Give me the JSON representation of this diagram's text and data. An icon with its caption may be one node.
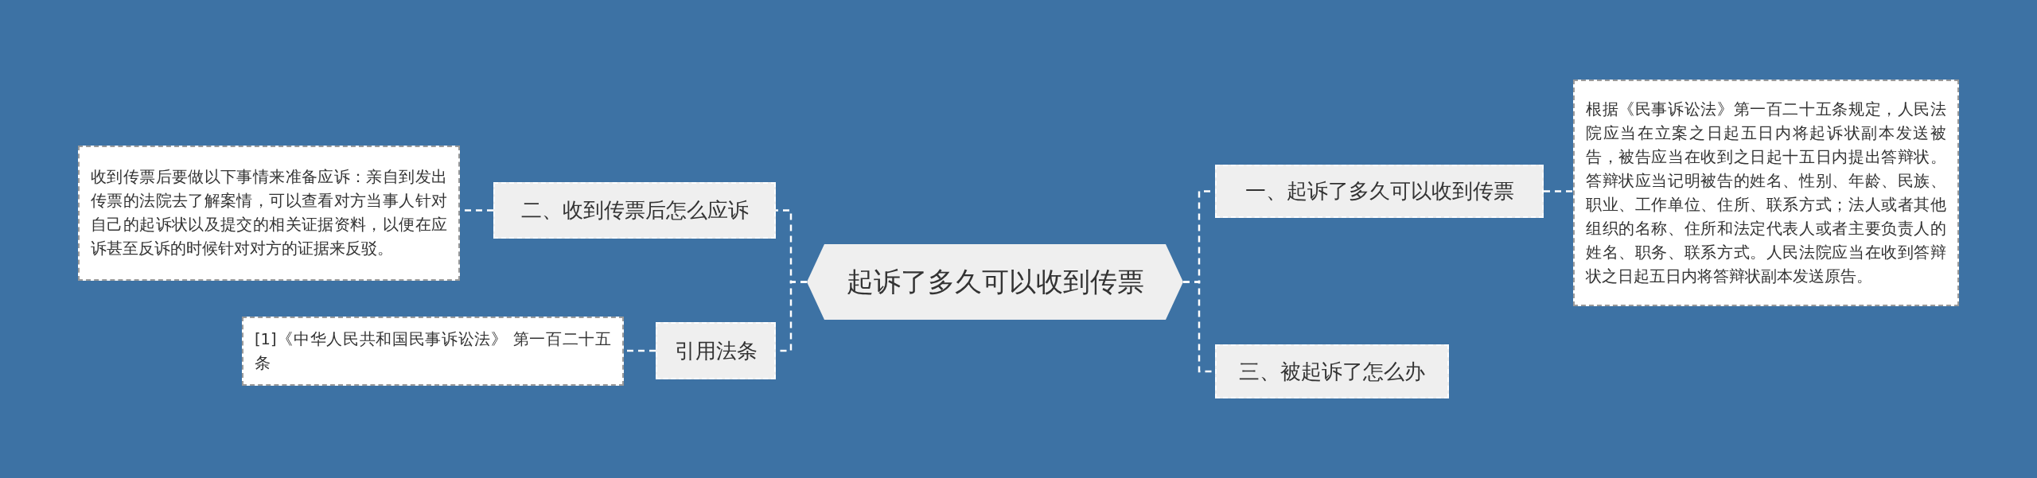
{
  "diagram": {
    "nodes": [
      {
        "text": [
          "起诉了多久可以收到传票"
        ]
      },
      {
        "text": [
          "一、起诉了多久可以收到传票"
        ]
      },
      {
        "text": [
          "根据《民事诉讼法》第一百二十五条规定，人民法院应当在立案之日起五日内将起诉状副本发送被告，被告应当在收到之日起十五日内提出答辩状。答辩状应当记明被告的姓名、性别、年龄、民族、职业、工作单位、住所、联系方式；法人或者其他组织的名称、住所和法定代表人或者主要负责人的姓名、职务、联系方式。人民法院应当在收到答辩状之日起五日内将答辩状副本发送原告。"
        ]
      },
      {
        "text": [
          "三、被起诉了怎么办"
        ]
      },
      {
        "text": [
          "二、收到传票后怎么应诉"
        ]
      },
      {
        "text": [
          "收到传票后要做以下事情来准备应诉：亲自到发出传票的法院去了解案情，可以查看对方当事人针对自己的起诉状以及提交的相关证据资料，以便在应诉甚至反诉的时候针对对方的证据来反驳。"
        ]
      },
      {
        "text": [
          "引用法条"
        ]
      },
      {
        "text": [
          "[1]《中华人民共和国民事诉讼法》 第一百二十五条"
        ]
      }
    ],
    "edges": [
      {
        "from": 0,
        "to": 1,
        "arrow": "none"
      },
      {
        "from": 1,
        "to": 2,
        "arrow": "none"
      },
      {
        "from": 0,
        "to": 3,
        "arrow": "none"
      },
      {
        "from": 0,
        "to": 4,
        "arrow": "none"
      },
      {
        "from": 4,
        "to": 5,
        "arrow": "none"
      },
      {
        "from": 0,
        "to": 6,
        "arrow": "none"
      },
      {
        "from": 6,
        "to": 7,
        "arrow": "none"
      }
    ]
  }
}
